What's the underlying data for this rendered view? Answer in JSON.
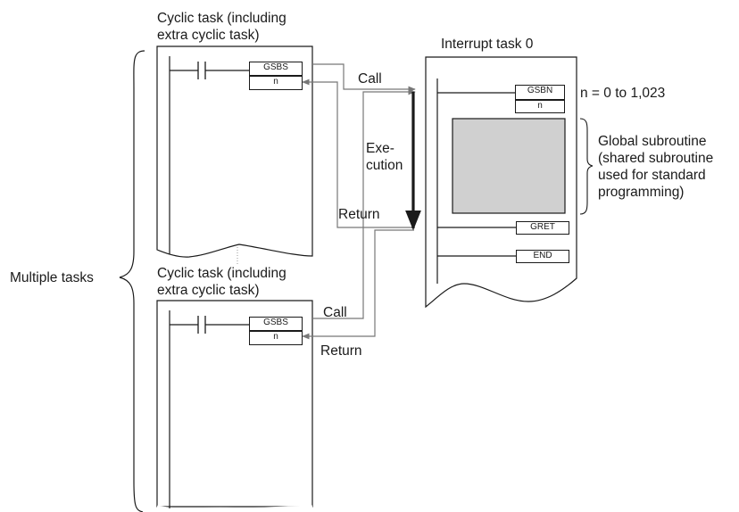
{
  "task_top": {
    "title_line1": "Cyclic task (including",
    "title_line2": "extra cyclic task)",
    "instr": "GSBS",
    "operand": "n"
  },
  "task_bottom": {
    "title_line1": "Cyclic task (including",
    "title_line2": "extra cyclic task)",
    "instr": "GSBS",
    "operand": "n"
  },
  "interrupt": {
    "title": "Interrupt task 0",
    "sub_instr": "GSBN",
    "sub_operand": "n",
    "return_instr": "GRET",
    "end_instr": "END"
  },
  "range_label": "n = 0 to 1,023",
  "group_label": "Multiple tasks",
  "flow": {
    "call_top": "Call",
    "execution_line1": "Exe-",
    "execution_line2": "cution",
    "return_top": "Return",
    "call_bottom": "Call",
    "return_bottom": "Return"
  },
  "subroutine_note": {
    "line1": "Global subroutine",
    "line2": "(shared subroutine",
    "line3": "used for standard",
    "line4": "programming)"
  },
  "colors": {
    "subroutine_fill": "#d0d0d0",
    "flow_line": "#777777",
    "outline": "#1a1a1a"
  }
}
